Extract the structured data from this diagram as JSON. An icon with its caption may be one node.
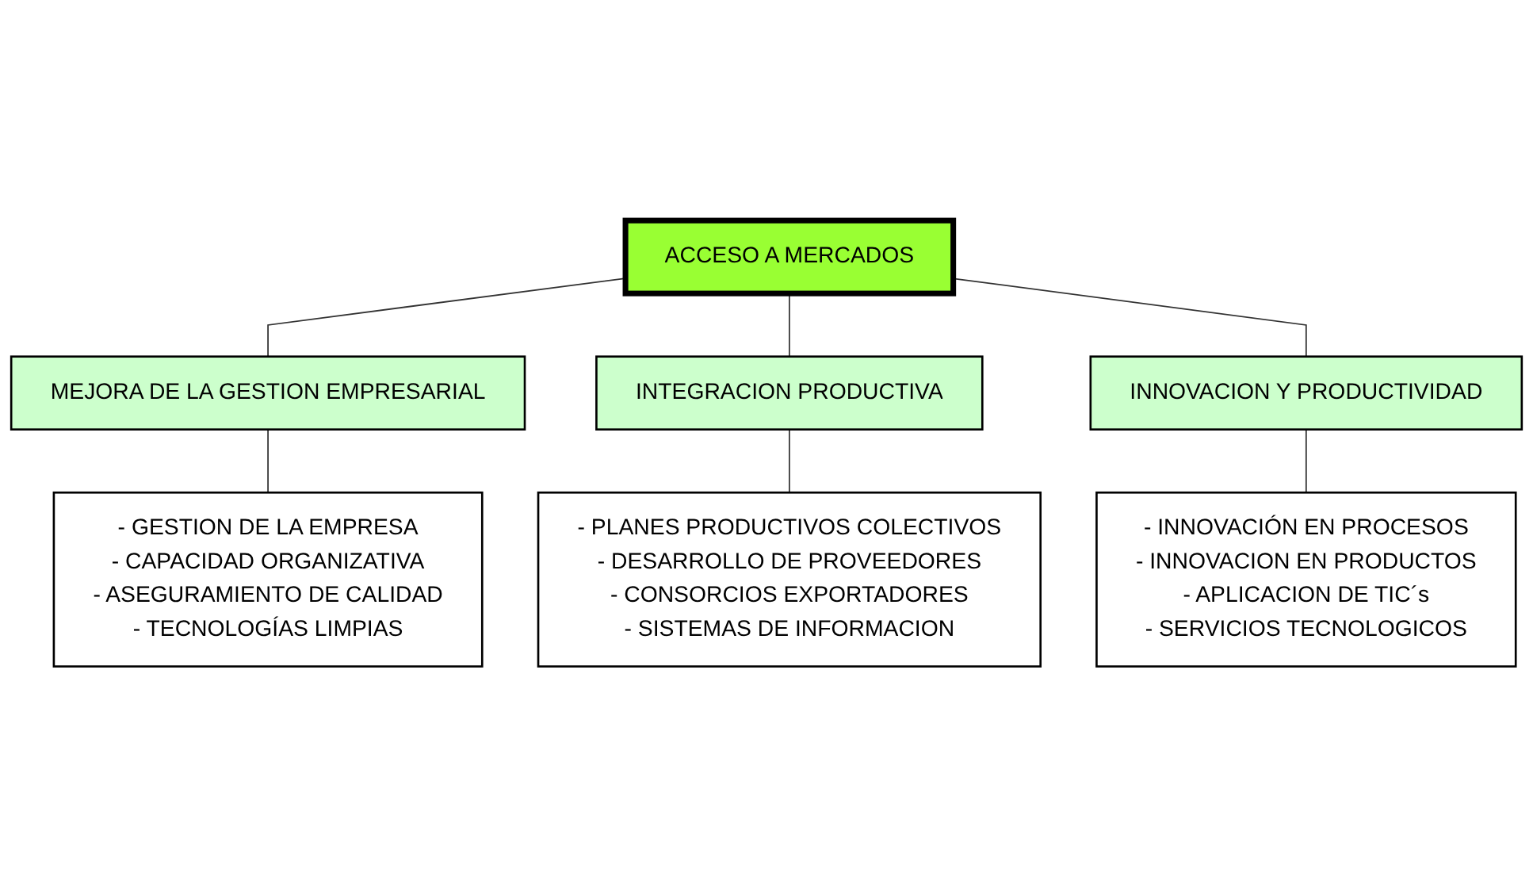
{
  "diagram": {
    "nodes": [
      {
        "text": [
          "ACCESO A MERCADOS"
        ]
      },
      {
        "text": [
          "MEJORA DE LA GESTION EMPRESARIAL"
        ]
      },
      {
        "text": [
          "INTEGRACION PRODUCTIVA"
        ]
      },
      {
        "text": [
          "INNOVACION Y PRODUCTIVIDAD"
        ]
      },
      {
        "text": [
          "- GESTION DE LA EMPRESA",
          "- CAPACIDAD ORGANIZATIVA",
          "- ASEGURAMIENTO DE CALIDAD",
          "- TECNOLOGÍAS LIMPIAS"
        ]
      },
      {
        "text": [
          "- PLANES PRODUCTIVOS COLECTIVOS",
          "- DESARROLLO DE PROVEEDORES",
          "- CONSORCIOS EXPORTADORES",
          "- SISTEMAS DE INFORMACION"
        ]
      },
      {
        "text": [
          "- INNOVACIÓN EN PROCESOS",
          "- INNOVACION EN PRODUCTOS",
          "- APLICACION DE TIC´s",
          "- SERVICIOS TECNOLOGICOS"
        ]
      }
    ],
    "edges": [
      {
        "from": 0,
        "to": 1,
        "arrow": "none"
      },
      {
        "from": 0,
        "to": 2,
        "arrow": "none"
      },
      {
        "from": 0,
        "to": 3,
        "arrow": "none"
      },
      {
        "from": 1,
        "to": 4,
        "arrow": "none"
      },
      {
        "from": 2,
        "to": 5,
        "arrow": "none"
      },
      {
        "from": 3,
        "to": 6,
        "arrow": "none"
      }
    ]
  }
}
